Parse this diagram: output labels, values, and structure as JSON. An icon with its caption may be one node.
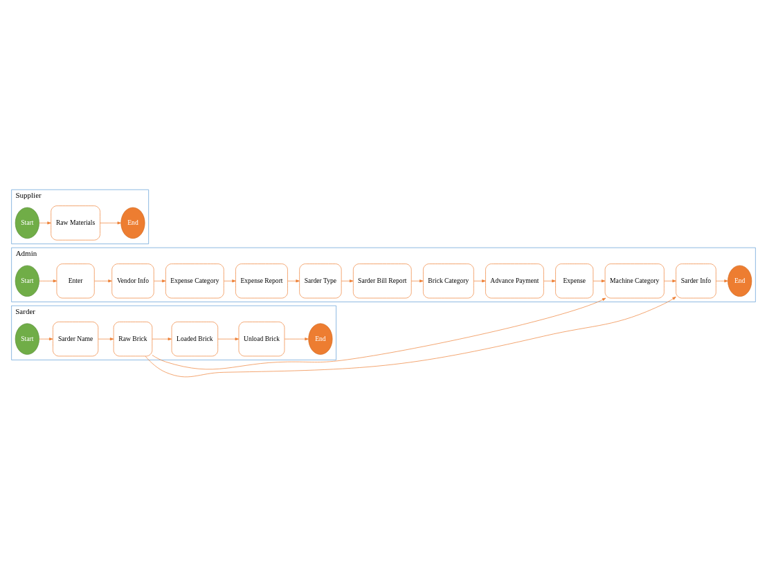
{
  "diagram": {
    "nodes": [
      {
        "text": [
          "Admin"
        ]
      },
      {
        "text": [
          "Start"
        ],
        "in": 0
      },
      {
        "text": [
          "Enter"
        ],
        "in": 0
      },
      {
        "text": [
          "Vendor Info"
        ],
        "in": 0
      },
      {
        "text": [
          "Expense Category"
        ],
        "in": 0
      },
      {
        "text": [
          "Expense Report"
        ],
        "in": 0
      },
      {
        "text": [
          "Sarder Type"
        ],
        "in": 0
      },
      {
        "text": [
          "Sarder Bill Report"
        ],
        "in": 0
      },
      {
        "text": [
          "Brick Category"
        ],
        "in": 0
      },
      {
        "text": [
          "Advance Payment"
        ],
        "in": 0
      },
      {
        "text": [
          "Expense"
        ],
        "in": 0
      },
      {
        "text": [
          "Machine Category"
        ],
        "in": 0
      },
      {
        "text": [
          "Sarder Info"
        ],
        "in": 0
      },
      {
        "text": [
          "End"
        ],
        "in": 0
      },
      {
        "text": [
          "Sarder"
        ]
      },
      {
        "text": [
          "Start"
        ],
        "in": 14
      },
      {
        "text": [
          "Sarder Name"
        ],
        "in": 14
      },
      {
        "text": [
          "Raw Brick"
        ],
        "in": 14
      },
      {
        "text": [
          "Loaded Brick"
        ],
        "in": 14
      },
      {
        "text": [
          "Unload Brick"
        ],
        "in": 14
      },
      {
        "text": [
          "End"
        ],
        "in": 14
      },
      {
        "text": [
          "Supplier"
        ]
      },
      {
        "text": [
          "Start"
        ],
        "in": 21
      },
      {
        "text": [
          "Raw Materials"
        ],
        "in": 21
      },
      {
        "text": [
          "End"
        ],
        "in": 21
      }
    ],
    "edges": [
      {
        "from": 1,
        "to": 2,
        "arrow": "to"
      },
      {
        "from": 2,
        "to": 3,
        "arrow": "to"
      },
      {
        "from": 3,
        "to": 4,
        "arrow": "to"
      },
      {
        "from": 4,
        "to": 5,
        "arrow": "to"
      },
      {
        "from": 5,
        "to": 6,
        "arrow": "to"
      },
      {
        "from": 6,
        "to": 7,
        "arrow": "to"
      },
      {
        "from": 7,
        "to": 8,
        "arrow": "to"
      },
      {
        "from": 8,
        "to": 9,
        "arrow": "to"
      },
      {
        "from": 9,
        "to": 10,
        "arrow": "to"
      },
      {
        "from": 10,
        "to": 11,
        "arrow": "to"
      },
      {
        "from": 11,
        "to": 12,
        "arrow": "to"
      },
      {
        "from": 12,
        "to": 13,
        "arrow": "to"
      },
      {
        "from": 15,
        "to": 16,
        "arrow": "to"
      },
      {
        "from": 16,
        "to": 17,
        "arrow": "to"
      },
      {
        "from": 17,
        "to": 18,
        "arrow": "to"
      },
      {
        "from": 18,
        "to": 19,
        "arrow": "to"
      },
      {
        "from": 19,
        "to": 20,
        "arrow": "to"
      },
      {
        "from": 17,
        "to": 11,
        "arrow": "to"
      },
      {
        "from": 17,
        "to": 12,
        "arrow": "to"
      },
      {
        "from": 22,
        "to": 23,
        "arrow": "to"
      },
      {
        "from": 23,
        "to": 24,
        "arrow": "to"
      }
    ]
  }
}
